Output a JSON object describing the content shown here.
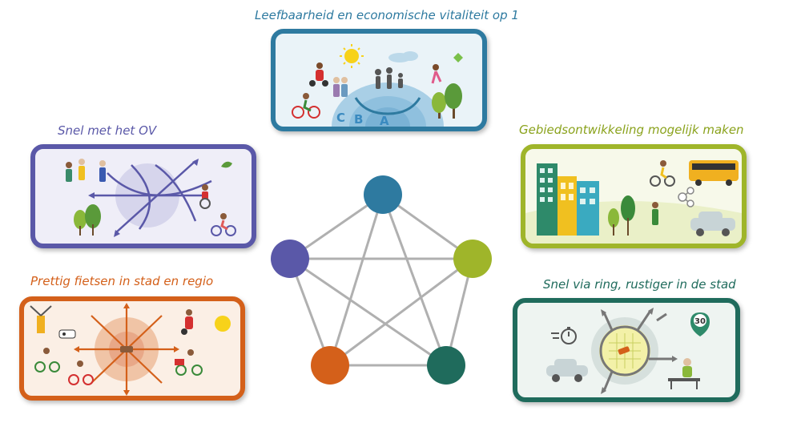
{
  "captions": {
    "top": "Leefbaarheid en economische vitaliteit op 1",
    "ov": "Snel met het OV",
    "gebied": "Gebiedsontwikkeling mogelijk maken",
    "fiets": "Prettig fietsen in stad en regio",
    "ring": "Snel via ring, rustiger in de stad"
  },
  "zones": {
    "c": "C",
    "b": "B",
    "a": "A"
  },
  "speed_sign": "30",
  "colors": {
    "top": "#2e7aa0",
    "ov": "#5a58a8",
    "gebied": "#9fb52a",
    "fiets": "#d4601a",
    "ring": "#1f6b5c",
    "line": "#b0b0b0"
  },
  "network": {
    "nodes": [
      "top",
      "ov",
      "gebied",
      "fiets",
      "ring"
    ]
  }
}
